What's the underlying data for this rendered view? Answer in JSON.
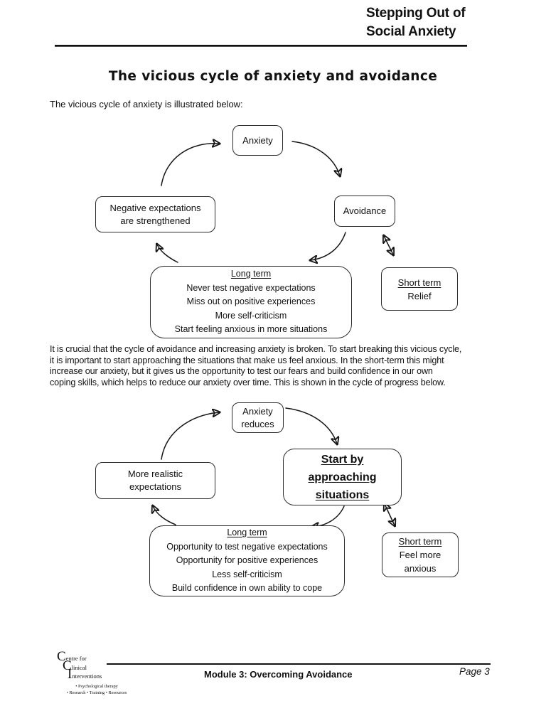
{
  "header": {
    "line1": "Stepping Out of",
    "line2": "Social Anxiety"
  },
  "title": "The vicious cycle of anxiety and avoidance",
  "intro": "The vicious cycle of anxiety is illustrated below:",
  "cycle1": {
    "anxiety": "Anxiety",
    "avoidance": "Avoidance",
    "negative_expectations": {
      "line1": "Negative expectations",
      "line2": "are strengthened"
    },
    "long_term": {
      "heading": "Long term",
      "items": [
        "Never test negative expectations",
        "Miss out on positive experiences",
        "More self-criticism",
        "Start feeling anxious in more situations"
      ]
    },
    "short_term": {
      "heading": "Short term",
      "line1": "Relief"
    }
  },
  "body_paragraph": {
    "lines": [
      "It is crucial that the cycle of avoidance and increasing anxiety is broken. To start breaking this vicious cycle,",
      "it is important to start approaching the situations that make us feel anxious. In the short-term this might",
      "increase our anxiety, but it gives us the opportunity to test our fears and build confidence in our own",
      "coping skills, which helps to reduce our anxiety over time. This is shown in the cycle of progress below."
    ]
  },
  "cycle2": {
    "anxiety_reduces": {
      "line1": "Anxiety",
      "line2": "reduces"
    },
    "start_by": {
      "line1": "Start by",
      "line2": "approaching",
      "line3": "situations"
    },
    "more_realistic": {
      "line1": "More realistic",
      "line2": "expectations"
    },
    "long_term": {
      "heading": "Long term",
      "items": [
        "Opportunity to test negative expectations",
        "Opportunity for positive experiences",
        "Less self-criticism",
        "Build confidence in own ability to cope"
      ]
    },
    "short_term": {
      "heading": "Short term",
      "line1": "Feel more",
      "line2": "anxious"
    }
  },
  "footer": {
    "logo": {
      "line1": "Centre for",
      "line2": "Clinical",
      "line3": "Interventions",
      "tagline1": "• Psychological therapy",
      "tagline2": "• Research  • Training  • Resources"
    },
    "module": "Module 3: Overcoming Avoidance",
    "page_number": "Page 3"
  }
}
